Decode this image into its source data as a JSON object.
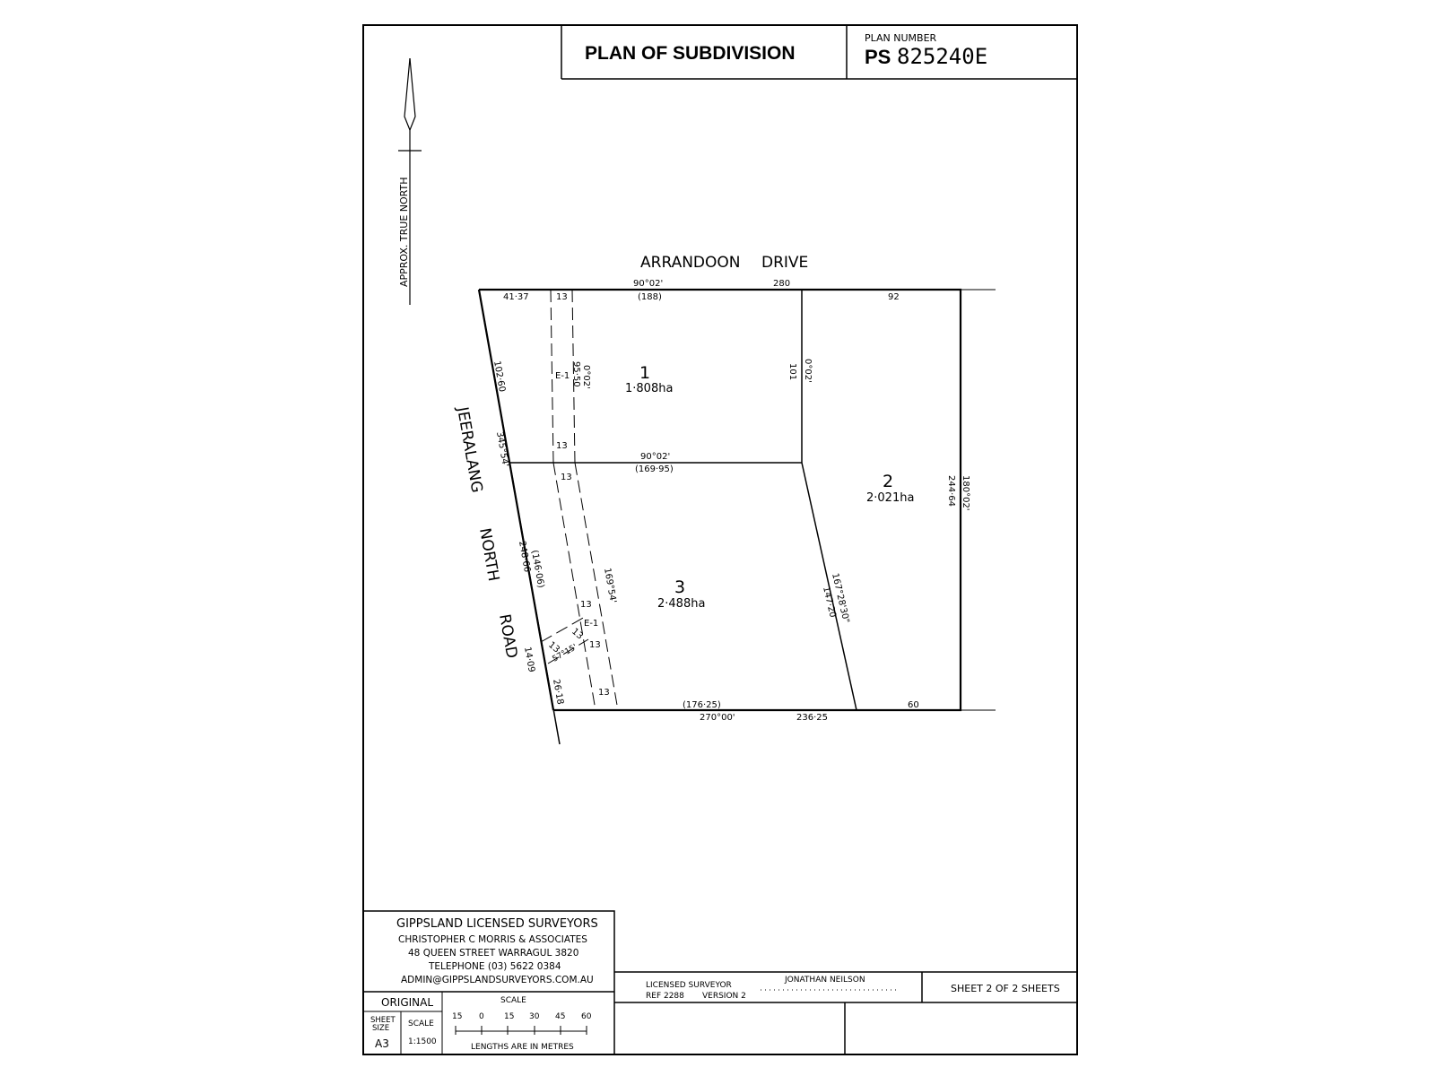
{
  "header": {
    "title": "PLAN OF SUBDIVISION",
    "plan_number_label": "PLAN NUMBER",
    "plan_prefix": "PS",
    "plan_number": "825240E"
  },
  "north": {
    "label": "APPROX. TRUE NORTH"
  },
  "roads": {
    "top": [
      "ARRANDOON",
      "DRIVE"
    ],
    "left": [
      "JEERALANG",
      "NORTH",
      "ROAD"
    ]
  },
  "lots": [
    {
      "number": "1",
      "area": "1·808ha"
    },
    {
      "number": "2",
      "area": "2·021ha"
    },
    {
      "number": "3",
      "area": "2·488ha"
    }
  ],
  "dimensions": {
    "top_41_37": "41·37",
    "top_13": "13",
    "top_bearing": "90°02'",
    "top_188": "(188)",
    "top_280": "280",
    "top_92": "92",
    "left_102_60": "102·60",
    "left_bearing_upper": "345°54'",
    "easement_e1_upper": "E-1",
    "easement_95_50": "95·50",
    "easement_bearing_upper": "0°02'",
    "lot1_east_101": "101",
    "lot1_east_bearing": "0°02'",
    "mid_13": "13",
    "mid_bearing": "90°02'",
    "mid_169_95": "(169·95)",
    "mid_13_lower": "13",
    "right_244_64": "244·64",
    "right_bearing": "180°02'",
    "left_248_66": "248·66",
    "left_146_06": "(146·06)",
    "easement_bearing_lower": "169°54'",
    "easement_13_a": "13",
    "easement_e1_lower": "E-1",
    "easement_13_b": "13",
    "easement_13_c": "13",
    "easement_13_d": "13",
    "easement_13_e": "13",
    "easement_bearing_small": "57°15'",
    "left_14_09": "14·09",
    "left_26_18": "26·18",
    "diag_bearing": "167°28'30\"",
    "diag_147_20": "147·20",
    "bottom_176_25": "(176·25)",
    "bottom_bearing": "270°00'",
    "bottom_236_25": "236·25",
    "bottom_60": "60"
  },
  "firm": {
    "name": "GIPPSLAND LICENSED SURVEYORS",
    "line1": "CHRISTOPHER C MORRIS & ASSOCIATES",
    "line2": "48 QUEEN STREET WARRAGUL 3820",
    "line3": "TELEPHONE (03) 5622 0384",
    "line4": "ADMIN@GIPPSLANDSURVEYORS.COM.AU"
  },
  "sheet_info": {
    "original": "ORIGINAL",
    "sheet_size_label_1": "SHEET",
    "sheet_size_label_2": "SIZE",
    "sheet_size": "A3",
    "scale_label": "SCALE",
    "scale_value": "1:1500",
    "scale_title": "SCALE",
    "scale_ticks": [
      "15",
      "0",
      "15",
      "30",
      "45",
      "60"
    ],
    "lengths_note": "LENGTHS ARE IN METRES"
  },
  "surveyor": {
    "label": "LICENSED SURVEYOR",
    "name": "JONATHAN NEILSON",
    "ref": "REF 2288",
    "version": "VERSION 2",
    "sheet_of": "SHEET 2 OF 2 SHEETS"
  }
}
